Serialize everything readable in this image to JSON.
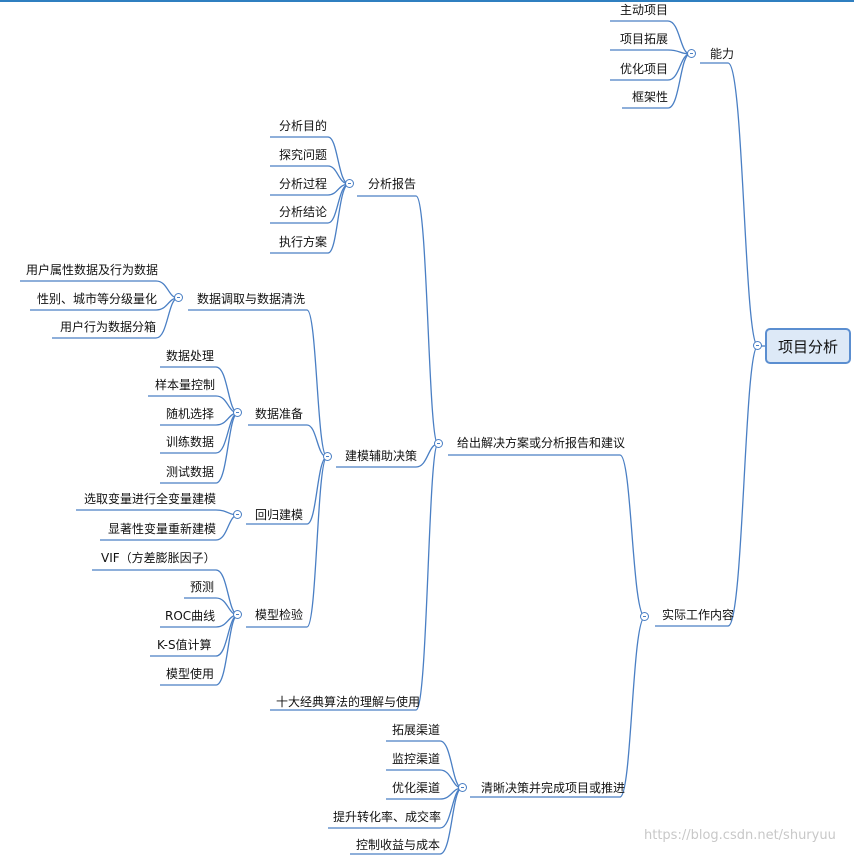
{
  "root": "项目分析",
  "nodes": {
    "ability": "能力",
    "ability_children": [
      "主动项目",
      "项目拓展",
      "优化项目",
      "框架性"
    ],
    "actual_work": "实际工作内容",
    "solution": "给出解决方案或分析报告和建议",
    "report": "分析报告",
    "report_children": [
      "分析目的",
      "探究问题",
      "分析过程",
      "分析结论",
      "执行方案"
    ],
    "modeling": "建模辅助决策",
    "data_extract": "数据调取与数据清洗",
    "data_extract_children": [
      "用户属性数据及行为数据",
      "性别、城市等分级量化",
      "用户行为数据分箱"
    ],
    "data_prep": "数据准备",
    "data_prep_children": [
      "数据处理",
      "样本量控制",
      "随机选择",
      "训练数据",
      "测试数据"
    ],
    "regression": "回归建模",
    "regression_children": [
      "选取变量进行全变量建模",
      "显著性变量重新建模"
    ],
    "validation": "模型检验",
    "validation_children": [
      "VIF（方差膨胀因子）",
      "预测",
      "ROC曲线",
      "K-S值计算",
      "模型使用"
    ],
    "algorithms": "十大经典算法的理解与使用",
    "decision": "清晰决策并完成项目或推进",
    "decision_children": [
      "拓展渠道",
      "监控渠道",
      "优化渠道",
      "提升转化率、成交率",
      "控制收益与成本"
    ]
  },
  "watermark": "https://blog.csdn.net/shuryuu",
  "colors": {
    "line": "#4a7fc4",
    "root_fill": "#dde9f7",
    "root_border": "#5b8ed0"
  }
}
